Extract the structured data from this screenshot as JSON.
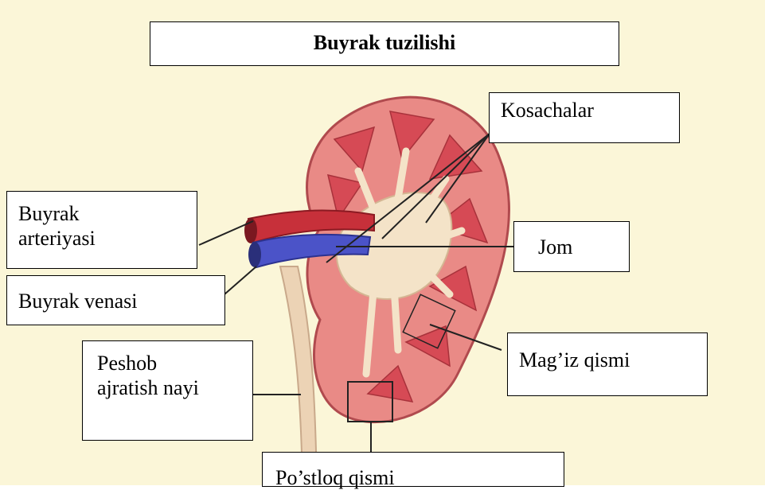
{
  "title": "Buyrak tuzilishi",
  "labels": {
    "kosachalar": "Kosachalar",
    "buyrak_arteriyasi_line1": "Buyrak",
    "buyrak_arteriyasi_line2": "arteriyasi",
    "jom": "Jom",
    "buyrak_venasi": "Buyrak venasi",
    "magiz_qismi": "Mag’iz qismi",
    "peshob_line1": "Peshob",
    "peshob_line2": "ajratish nayi",
    "postloq_qismi": "Po’stloq qismi"
  },
  "colors": {
    "background": "#fbf6d8",
    "cortex": "#e98a86",
    "medulla": "#d64a55",
    "sinus": "#f4e3c8",
    "artery": "#c7303a",
    "vein": "#4b53c8",
    "ureter": "#ecd3b5"
  }
}
